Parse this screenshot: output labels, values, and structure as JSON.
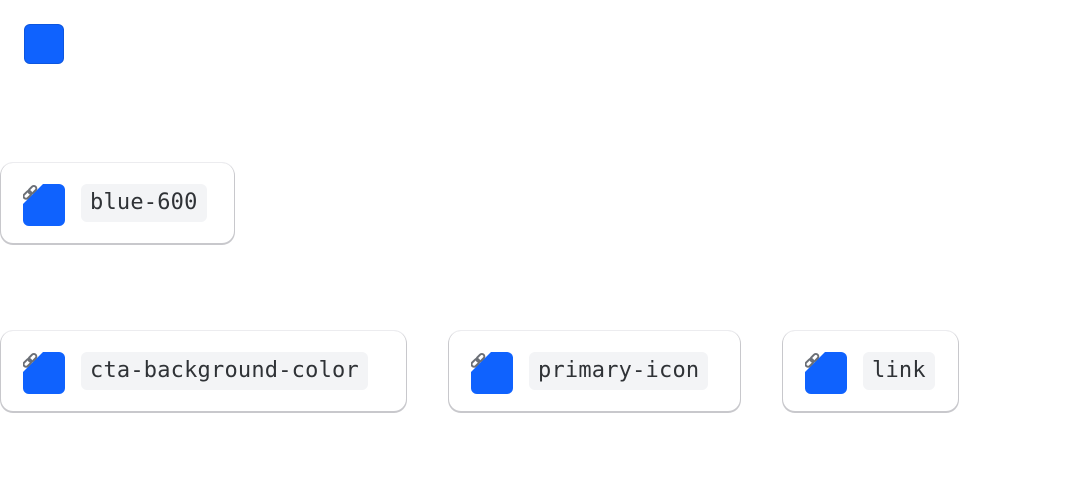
{
  "swatch_color": "#0f62fe",
  "link_icon_color": "#6b6f76",
  "primitive": {
    "name": "blue-600"
  },
  "aliases": [
    {
      "name": "cta-background-color"
    },
    {
      "name": "primary-icon"
    },
    {
      "name": "link"
    }
  ]
}
